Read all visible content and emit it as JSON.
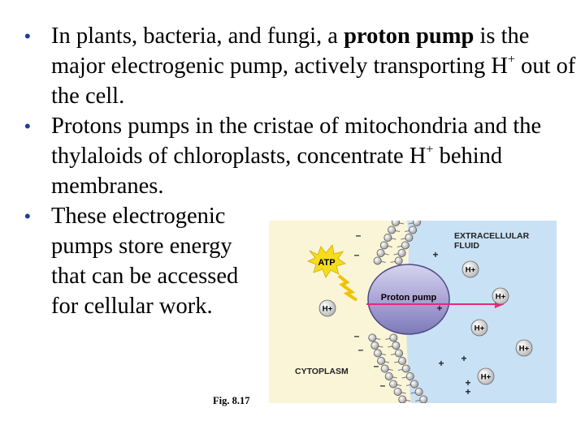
{
  "bullets": [
    {
      "before": "In plants, bacteria, and fungi, a ",
      "bold": "proton pump",
      "after_line": " is the major electrogenic pump, actively transporting H",
      "sup": "+",
      "tail": " out of the cell."
    },
    {
      "text": "Protons pumps in the cristae of mitochondria and the thylaloids of chloroplasts, concentrate H",
      "sup": "+",
      "tail": " behind membranes."
    },
    {
      "text": "These electrogenic pumps store energy that can be accessed for cellular work."
    }
  ],
  "figure": {
    "extracellular_label_1": "EXTRACELLULAR",
    "extracellular_label_2": "FLUID",
    "cytoplasm_label": "CYTOPLASM",
    "pump_label": "Proton pump",
    "atp_label": "ATP",
    "ion_label": "H+",
    "plus_sign": "+",
    "minus_sign": "–",
    "caption": "Fig. 8.17"
  },
  "colors": {
    "bullet": "#1f3f96",
    "extracellular_bg": "#c9e1f4",
    "cytoplasm_bg": "#fbf5d8",
    "pump": "#a9a6d6",
    "arrow": "#e8287a",
    "atp_burst": "#f6dd1c"
  }
}
